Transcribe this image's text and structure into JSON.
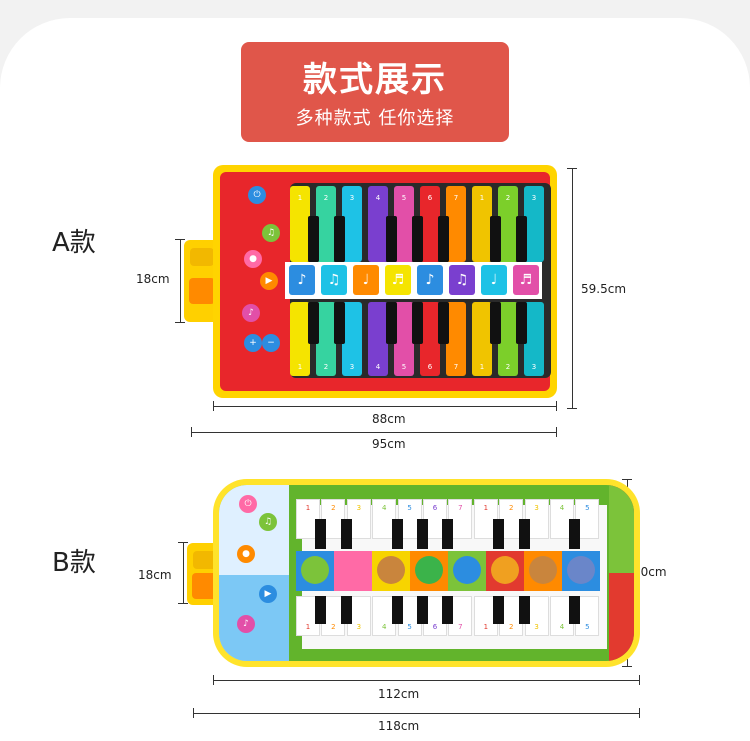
{
  "banner": {
    "title": "款式展示",
    "subtitle": "多种款式 任你选择",
    "color": "#e0564a"
  },
  "variant_a": {
    "label": "A款",
    "height_speaker": "18cm",
    "height_mat": "59.5cm",
    "width_mat": "88cm",
    "width_total": "95cm",
    "key_numbers": [
      "1",
      "2",
      "3",
      "4",
      "5",
      "6",
      "7",
      "1",
      "2",
      "3"
    ],
    "top_key_numbers": [
      "1",
      "2",
      "3",
      "4",
      "5",
      "6",
      "7",
      "1",
      "2",
      "3"
    ]
  },
  "variant_b": {
    "label": "B款",
    "height_speaker": "18cm",
    "height_mat": "50cm",
    "width_mat": "112cm",
    "width_total": "118cm",
    "key_numbers": [
      "1",
      "2",
      "3",
      "4",
      "5",
      "6",
      "7",
      "1",
      "2",
      "3",
      "4",
      "5"
    ],
    "top_key_numbers": [
      "1",
      "2",
      "3",
      "4",
      "5",
      "6",
      "7",
      "1",
      "2",
      "3",
      "4",
      "5"
    ]
  },
  "key_colors_a": [
    "#f5e400",
    "#36d3a0",
    "#1ec2e6",
    "#7a3fcf",
    "#e24fa8",
    "#e8262b",
    "#ff8a00",
    "#f0c400",
    "#7ccf2a",
    "#14b8c8"
  ],
  "icon_names_a": [
    "piano-icon",
    "guitar-icon",
    "flute-icon",
    "harp-icon",
    "trumpet-icon",
    "keyboard-icon",
    "violin-icon",
    "accordion-icon"
  ],
  "cell_colors_b": [
    "#2c8de0",
    "#ff6aa6",
    "#f7d400",
    "#ff8a00",
    "#7cc33a",
    "#e23a2f",
    "#ff8a00",
    "#2c8de0"
  ]
}
